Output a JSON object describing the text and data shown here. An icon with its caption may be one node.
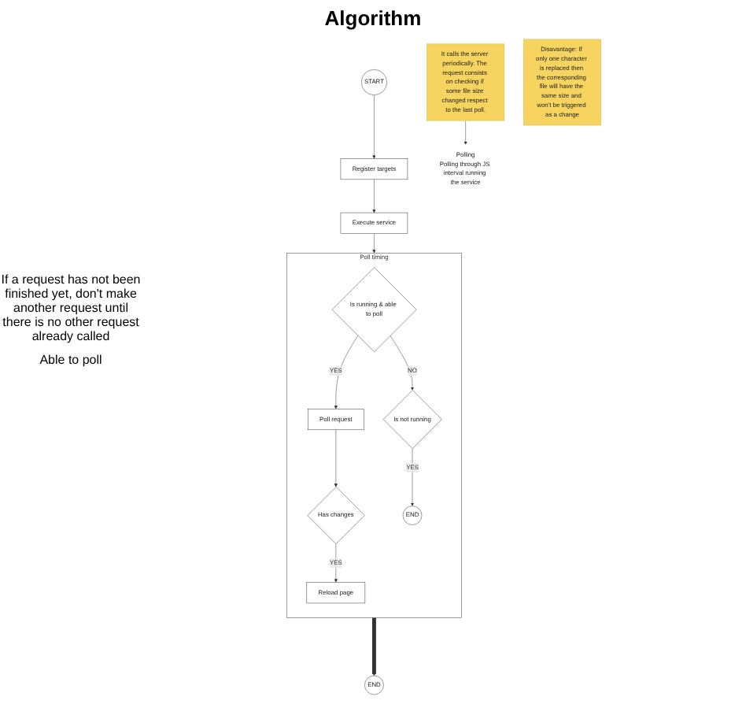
{
  "diagram": {
    "title": "Algorithm",
    "nodes": [
      {
        "text": [
          "START"
        ]
      },
      {
        "text": [
          "Register targets"
        ]
      },
      {
        "text": [
          "Execute service"
        ]
      },
      {
        "text": [
          "Poll timing"
        ]
      },
      {
        "text": [
          "Is running & able to poll"
        ],
        "in": 3
      },
      {
        "text": [
          "Is not running"
        ],
        "in": 3
      },
      {
        "text": [
          "Poll request"
        ],
        "in": 3
      },
      {
        "text": [
          "Has changes"
        ],
        "in": 3
      },
      {
        "text": [
          "Reload page"
        ],
        "in": 3
      },
      {
        "text": [
          "END"
        ],
        "in": 3
      },
      {
        "text": [
          "END"
        ]
      },
      {
        "text": [
          "Polling",
          "Polling through JS interval running the service"
        ]
      },
      {
        "text": [
          "It calls the server periodically. The request consists on checking if some file size changed respect to the last poll."
        ]
      },
      {
        "text": [
          "Disavantage: If only one character is replaced then the corresponding file will have the same size and won't be triggered as a change"
        ]
      }
    ],
    "edges": [
      {
        "from": 0,
        "to": 1,
        "arrow": "to"
      },
      {
        "from": 1,
        "to": 2,
        "arrow": "to"
      },
      {
        "from": 2,
        "to": 3,
        "arrow": "to"
      },
      {
        "from": 4,
        "to": 5,
        "arrow": "to",
        "label": "NO"
      },
      {
        "from": 4,
        "to": 6,
        "arrow": "to",
        "label": "YES"
      },
      {
        "from": 6,
        "to": 7,
        "arrow": "to"
      },
      {
        "from": 7,
        "to": 8,
        "arrow": "to",
        "label": "YES"
      },
      {
        "from": 5,
        "to": 9,
        "arrow": "to",
        "label": "YES"
      },
      {
        "from": 3,
        "to": 10,
        "arrow": "to",
        "style": "thick"
      },
      {
        "from": 12,
        "to": 11,
        "arrow": "to"
      }
    ],
    "labels": [
      "If a request has not been finished yet, don't make another request until there is no other request already called",
      "Able to poll"
    ]
  }
}
